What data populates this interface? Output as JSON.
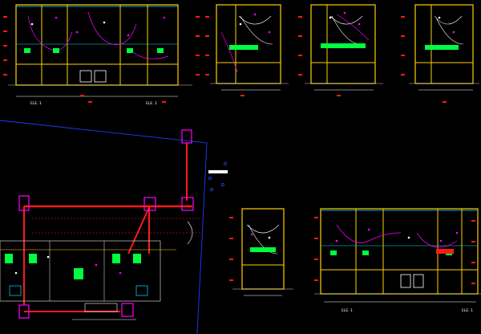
{
  "drawing": {
    "background": "#000000",
    "colors": {
      "wall": "#ffd000",
      "cyan": "#00e5ff",
      "magenta": "#ff00ff",
      "red": "#ff1a1a",
      "white": "#ffffff",
      "green": "#00ff40",
      "blue": "#2050ff",
      "lineblue": "#1f3dff",
      "grey": "#cccccc"
    },
    "labels": {
      "elev1": "ELE. 1",
      "elev2": "ELE. 1",
      "elev3": "ELE. 1",
      "elev4": "ELE. 1"
    }
  }
}
